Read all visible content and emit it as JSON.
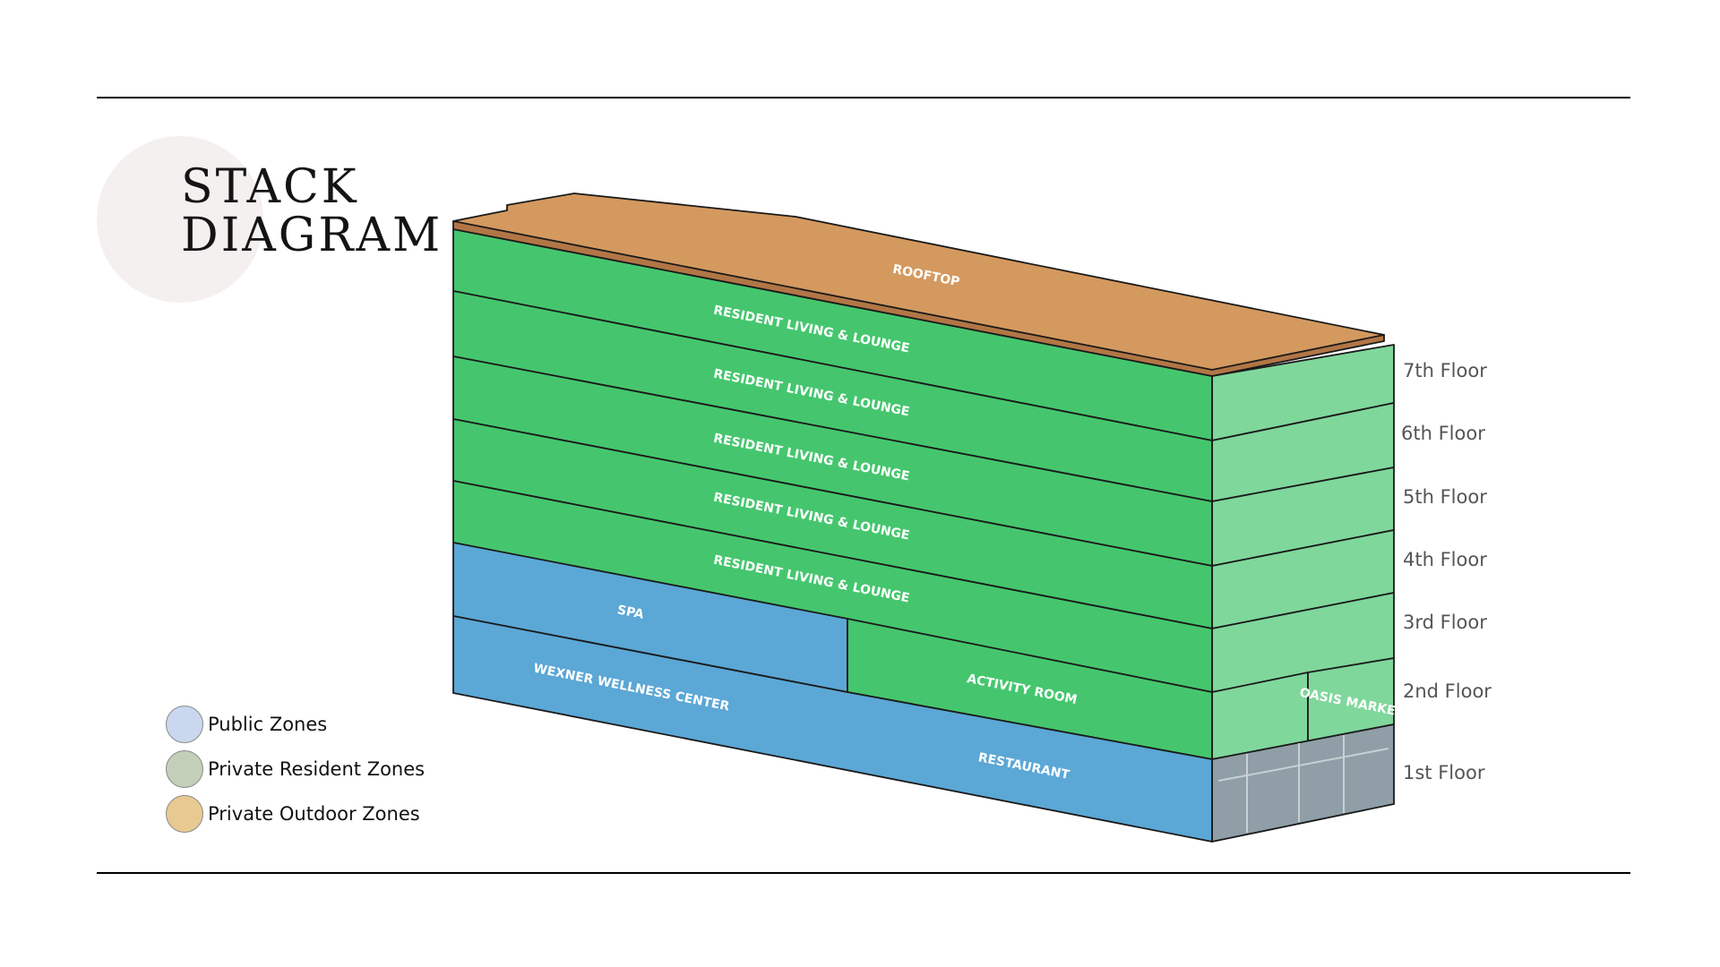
{
  "title": {
    "line1": "STACK",
    "line2": "DIAGRAM"
  },
  "zones": {
    "rooftop": "ROOFTOP",
    "resident_living": [
      "RESIDENT LIVING & LOUNGE",
      "RESIDENT LIVING & LOUNGE",
      "RESIDENT LIVING & LOUNGE",
      "RESIDENT LIVING & LOUNGE",
      "RESIDENT LIVING & LOUNGE"
    ],
    "spa": "SPA",
    "wellness": "WEXNER WELLNESS CENTER",
    "activity": "ACTIVITY ROOM",
    "restaurant": "RESTAURANT",
    "market": "OASIS MARKET"
  },
  "floors": [
    "7th Floor",
    "6th Floor",
    "5th Floor",
    "4th Floor",
    "3rd Floor",
    "2nd Floor",
    "1st Floor"
  ],
  "legend": [
    {
      "label": "Public Zones",
      "color": "#c9d8ee"
    },
    {
      "label": "Private Resident Zones",
      "color": "#c4cfba"
    },
    {
      "label": "Private Outdoor Zones",
      "color": "#e9c992"
    }
  ],
  "colors": {
    "private_resident": "#45c66e",
    "public": "#5ba7d6",
    "rooftop": "#d4995f",
    "ground_exterior": "#8f9ea7"
  }
}
